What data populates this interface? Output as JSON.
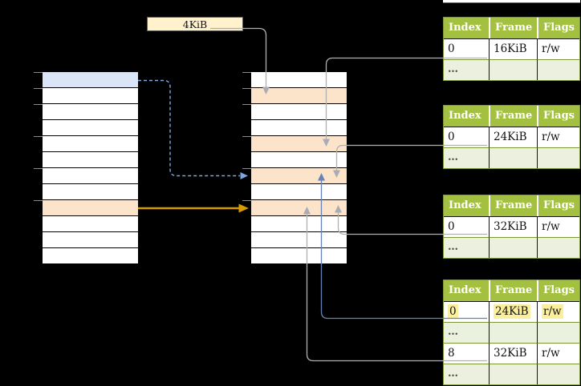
{
  "colors": {
    "background": "#000000",
    "row_plain": "#FFFFFF",
    "row_blue": "#DAE6F7",
    "row_orange": "#FCE4CB",
    "box_cream": "#FFF2CC",
    "table_header_green": "#A3C041",
    "table_dots_row": "#EBF1DE",
    "highlight_yellow": "#FBEF9C",
    "connector_gray": "#B0B0B0",
    "arrowhead_gray": "#A9ACB6",
    "connector_blue": "#6583B7",
    "connector_blue_dashed": "#7EA6E0",
    "connector_orange": "#D79B00",
    "tick_gray": "#8A8A8A"
  },
  "page_size_box": {
    "label": "4KiB"
  },
  "address_ticks": {
    "y_offsets": [
      90,
      110,
      130,
      170,
      210,
      250
    ]
  },
  "memory_columns": {
    "virtual": {
      "rows": [
        "blue",
        "plain",
        "plain",
        "plain",
        "plain",
        "plain",
        "plain",
        "plain",
        "orange",
        "plain",
        "plain",
        "plain"
      ]
    },
    "physical": {
      "rows": [
        "plain",
        "orange",
        "plain",
        "plain",
        "orange",
        "plain",
        "orange",
        "plain",
        "orange",
        "plain",
        "plain",
        "plain"
      ]
    }
  },
  "page_tables": [
    {
      "headers": [
        "Index",
        "Frame",
        "Flags"
      ],
      "rows": [
        [
          "0",
          "16KiB",
          "r/w"
        ],
        [
          "…",
          "",
          ""
        ]
      ]
    },
    {
      "headers": [
        "Index",
        "Frame",
        "Flags"
      ],
      "rows": [
        [
          "0",
          "24KiB",
          "r/w"
        ],
        [
          "…",
          "",
          ""
        ]
      ]
    },
    {
      "headers": [
        "Index",
        "Frame",
        "Flags"
      ],
      "rows": [
        [
          "0",
          "32KiB",
          "r/w"
        ],
        [
          "…",
          "",
          ""
        ]
      ]
    },
    {
      "headers": [
        "Index",
        "Frame",
        "Flags"
      ],
      "rows": [
        [
          "0",
          "24KiB",
          "r/w"
        ],
        [
          "…",
          "",
          ""
        ],
        [
          "8",
          "32KiB",
          "r/w"
        ],
        [
          "…",
          "",
          ""
        ]
      ]
    }
  ]
}
